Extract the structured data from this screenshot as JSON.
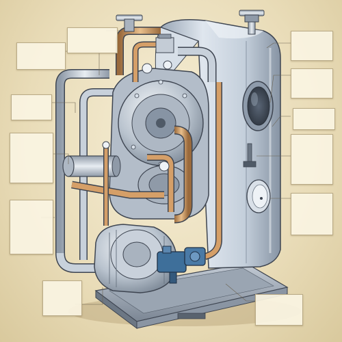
{
  "callouts": [
    {
      "id": "c1",
      "title": "",
      "lines": [
        "",
        "",
        "",
        ""
      ]
    },
    {
      "id": "c2",
      "title": "",
      "lines": [
        "",
        "",
        ""
      ]
    },
    {
      "id": "c3",
      "title": "",
      "lines": [
        "",
        ""
      ]
    },
    {
      "id": "c4",
      "title": "",
      "lines": [
        "",
        "",
        "",
        "",
        "",
        "",
        ""
      ]
    },
    {
      "id": "c5",
      "title": "",
      "lines": [
        "",
        "",
        "",
        "",
        ""
      ]
    },
    {
      "id": "c6",
      "title": "",
      "lines": [
        "",
        "",
        "",
        "",
        ""
      ]
    },
    {
      "id": "c7",
      "title": "",
      "lines": [
        "",
        "",
        "",
        ""
      ]
    },
    {
      "id": "c8",
      "title": "",
      "lines": [
        "",
        "",
        ""
      ]
    },
    {
      "id": "c9",
      "title": "",
      "lines": [
        "",
        "",
        ""
      ]
    },
    {
      "id": "c10",
      "title": "",
      "lines": [
        "",
        "",
        "",
        "",
        ""
      ]
    },
    {
      "id": "c11",
      "title": "",
      "lines": [
        "",
        "",
        "",
        ""
      ]
    },
    {
      "id": "c12",
      "title": "",
      "lines": [
        "",
        "",
        "",
        "",
        "",
        ""
      ]
    },
    {
      "id": "c13",
      "title": "",
      "lines": [
        "",
        "",
        ""
      ]
    }
  ],
  "colors": {
    "background": "#ecdfbd",
    "tank": "#c9d3de",
    "tank_shadow": "#8e9bab",
    "pipe_steel": "#b8c3cf",
    "pipe_copper": "#c8955e",
    "motor": "#c4ccd6",
    "blue_valve": "#3e6f9a",
    "outline": "#3d4450",
    "leader_line": "#6b6250"
  }
}
